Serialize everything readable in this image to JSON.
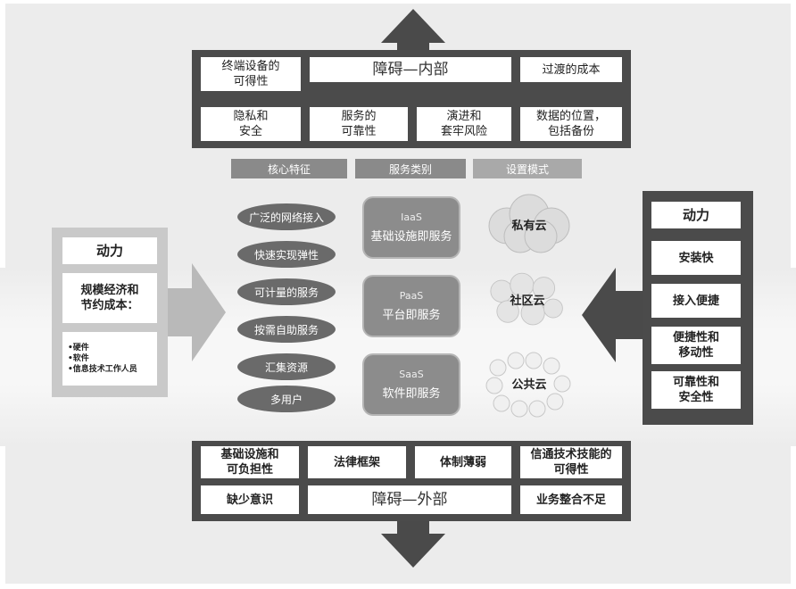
{
  "top": {
    "title": "障碍—内部",
    "cells": {
      "availability": "终端设备的\n可得性",
      "transition_cost": "过渡的成本",
      "privacy": "隐私和\n安全",
      "reliability": "服务的\n可靠性",
      "evolution": "演进和\n套牢风险",
      "data_location": "数据的位置，\n包括备份"
    }
  },
  "headers": {
    "core": "核心特征",
    "service": "服务类别",
    "deploy": "设置模式"
  },
  "characteristics": [
    "广泛的网络接入",
    "快速实现弹性",
    "可计量的服务",
    "按需自助服务",
    "汇集资源",
    "多用户"
  ],
  "services": [
    {
      "code": "IaaS",
      "name": "基础设施即服务"
    },
    {
      "code": "PaaS",
      "name": "平台即服务"
    },
    {
      "code": "SaaS",
      "name": "软件即服务"
    }
  ],
  "deployments": [
    "私有云",
    "社区云",
    "公共云"
  ],
  "left": {
    "title": "动力",
    "main": "规模经济和\n节约成本：",
    "list": [
      "•硬件",
      "•软件",
      "•信息技术工作人员"
    ]
  },
  "right": {
    "title": "动力",
    "items": [
      "安装快",
      "接入便捷",
      "便捷性和\n移动性",
      "可靠性和\n安全性"
    ]
  },
  "bottom": {
    "title": "障碍—外部",
    "cells": {
      "infra": "基础设施和\n可负担性",
      "legal": "法律框架",
      "institution": "体制薄弱",
      "ict_skill": "信通技术技能的\n可得性",
      "awareness": "缺少意识",
      "integration": "业务整合不足"
    }
  },
  "colors": {
    "panel": "#4b4b4b",
    "header": "#8a8a8a",
    "ellipse": "#6a6a6a",
    "service": "#8c8c8c"
  }
}
